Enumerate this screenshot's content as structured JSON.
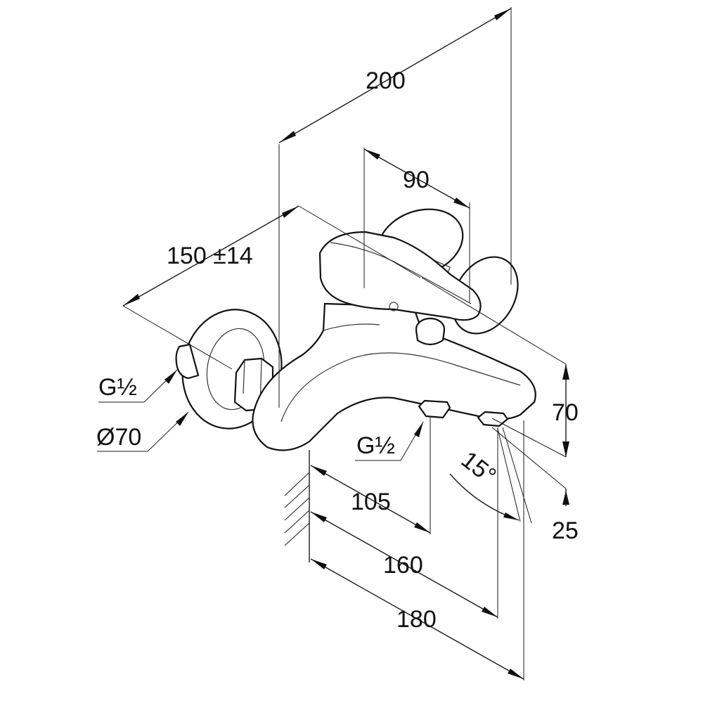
{
  "drawing": {
    "dimensions": {
      "width_total": "200",
      "handle_spacing": "90",
      "wall_spacing": "150 ±14",
      "height": "70",
      "spout_drop": "25",
      "outlet_depth": "105",
      "spout_reach": "160",
      "total_depth": "180",
      "angle": "15°"
    },
    "callouts": {
      "inlet_thread": "G½",
      "rosette_diameter": "Ø70",
      "outlet_thread": "G½"
    }
  }
}
